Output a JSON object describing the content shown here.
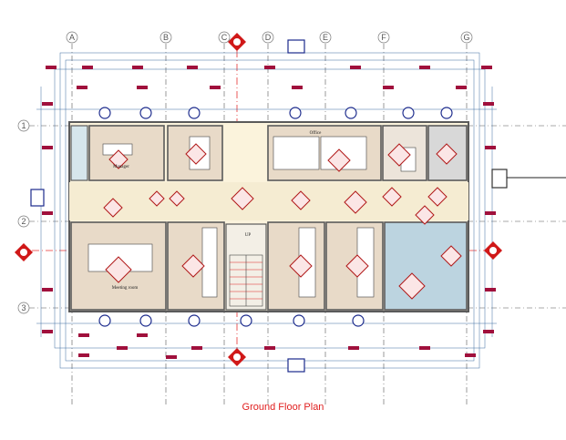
{
  "drawing": {
    "title": "Ground Floor Plan"
  },
  "grid": {
    "columns": [
      "A",
      "B",
      "C",
      "D",
      "E",
      "F",
      "G"
    ],
    "rows": [
      "1",
      "2",
      "3"
    ]
  },
  "rooms": {
    "meeting_room": "Meeting room",
    "office_label": "Office",
    "tag_left": "Manager",
    "tag_stair": "UP"
  },
  "colors": {
    "wall": "#5a5a5a",
    "floor_tan": "#e8dac8",
    "corridor": "#f5ecd2",
    "gridline_red": "#e63030",
    "tag_maroon": "#a0103c",
    "tag_blue": "#1b2a8c",
    "room_blue": "#bcd4e0",
    "title_red": "#e02020"
  },
  "icons": [
    "section-marker-icon",
    "elevation-marker-icon",
    "door-tag-icon",
    "window-tag-icon",
    "furniture-tag-icon",
    "stair-icon"
  ]
}
